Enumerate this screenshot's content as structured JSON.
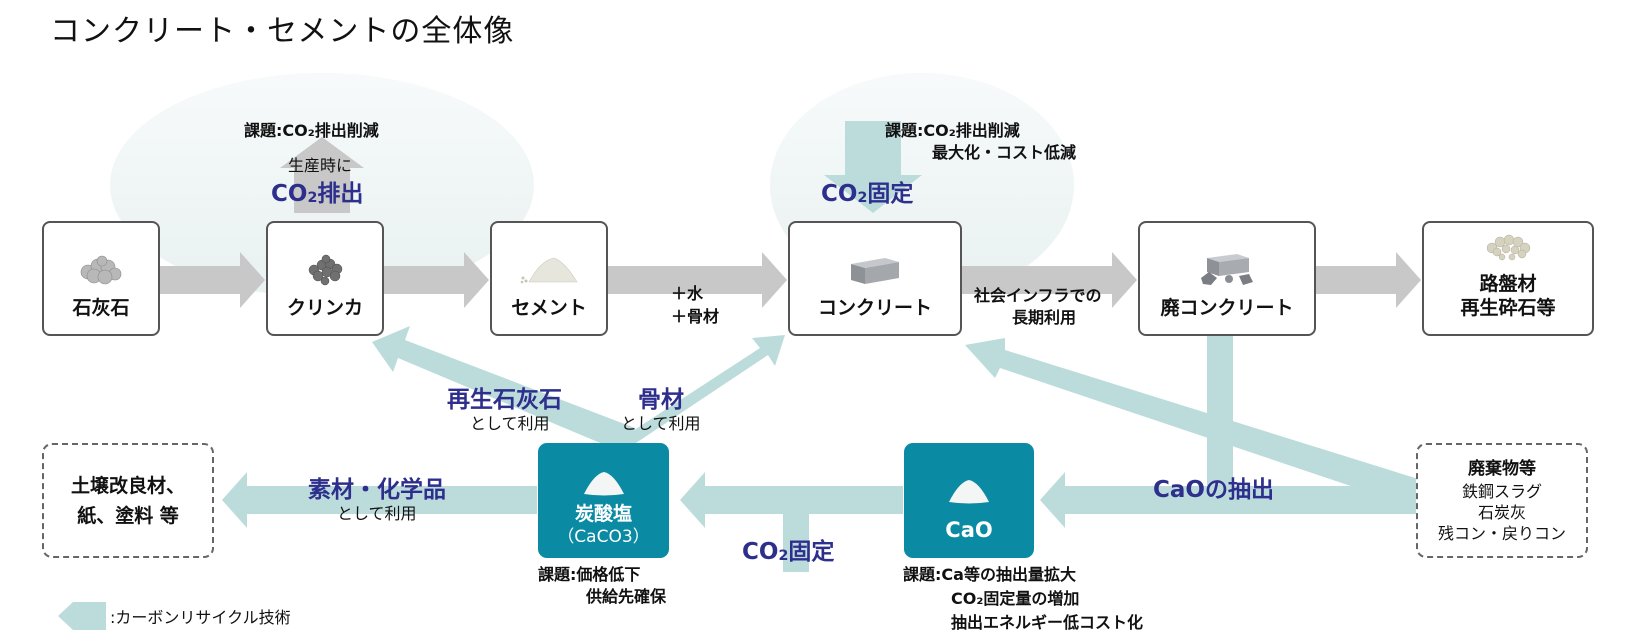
{
  "title": "コンクリート・セメントの全体像",
  "colors": {
    "process_arrow": "#c8c8c8",
    "recycle_arrow": "#bcdcdc",
    "teal_box": "#0a8aa3",
    "accent_text": "#2e2f8c",
    "halo": "#eef4f4"
  },
  "top_row": [
    {
      "id": "limestone",
      "label": "石灰石",
      "icon": "limestone-rocks-icon"
    },
    {
      "id": "clinker",
      "label": "クリンカ",
      "icon": "clinker-pellets-icon"
    },
    {
      "id": "cement",
      "label": "セメント",
      "icon": "cement-powder-icon"
    },
    {
      "id": "concrete",
      "label": "コンクリート",
      "icon": "concrete-block-icon"
    },
    {
      "id": "waste-concrete",
      "label": "廃コンクリート",
      "icon": "broken-concrete-icon"
    },
    {
      "id": "roadbed",
      "label_line1": "路盤材",
      "label_line2": "再生砕石等",
      "icon": "crushed-stone-icon"
    }
  ],
  "clinker_section": {
    "issue": "課題:CO₂排出削減",
    "sub": "生産時に",
    "emission_prefix": "CO",
    "emission_sub": "2",
    "emission_suffix": "排出"
  },
  "concrete_section": {
    "issue_line1": "課題:CO₂排出削減",
    "issue_line2": "最大化・コスト低減",
    "fix_prefix": "CO",
    "fix_sub": "2",
    "fix_suffix": "固定"
  },
  "edge_labels": {
    "cement_to_concrete_1": "＋水",
    "cement_to_concrete_2": "＋骨材",
    "concrete_to_waste_1": "社会インフラでの",
    "concrete_to_waste_2": "長期利用"
  },
  "recycle_labels": {
    "recycled_limestone": "再生石灰石",
    "recycled_limestone_sub": "として利用",
    "aggregate": "骨材",
    "aggregate_sub": "として利用",
    "materials": "素材・化学品",
    "materials_sub": "として利用",
    "co2_fix_prefix": "CO",
    "co2_fix_sub": "2",
    "co2_fix_suffix": "固定",
    "cao_extraction": "CaOの抽出"
  },
  "bottom_row": {
    "end_use": {
      "line1": "土壌改良材、",
      "line2": "紙、塗料 等"
    },
    "carbonate": {
      "label": "炭酸塩",
      "formula": "（CaCO3）",
      "issue_line1": "課題:価格低下",
      "issue_line2": "供給先確保"
    },
    "cao": {
      "label": "CaO",
      "issue_line1": "課題:Ca等の抽出量拡大",
      "issue_line2": "CO₂固定量の増加",
      "issue_line3": "抽出エネルギー低コスト化"
    },
    "waste": {
      "title": "廃棄物等",
      "items": [
        "鉄鋼スラグ",
        "石炭灰",
        "残コン・戻りコン"
      ]
    }
  },
  "legend": {
    "label": ":カーボンリサイクル技術"
  }
}
